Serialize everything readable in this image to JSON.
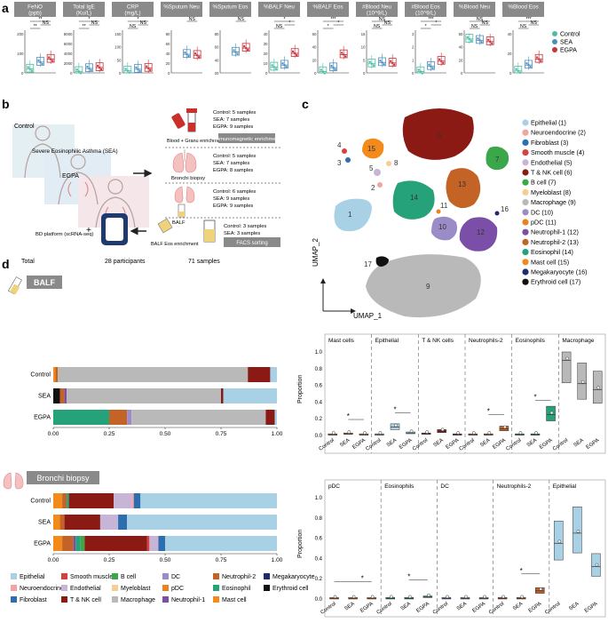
{
  "panel_labels": {
    "a": "a",
    "b": "b",
    "c": "c",
    "d": "d"
  },
  "panel_a": {
    "headers": [
      "FeNO (ppb)",
      "Total IgE (Ku/L)",
      "CRP (mg/L)",
      "%Sputum Neu",
      "%Sputum Eos",
      "%BALF Neu",
      "%BALF Eos",
      "#Blood Neu (10^9/L)",
      "#Blood Eos (10^9/L)",
      "%Blood Neu",
      "%Blood Eos"
    ],
    "legend": [
      {
        "label": "Control",
        "color": "#4dbda4"
      },
      {
        "label": "SEA",
        "color": "#4a8ec2"
      },
      {
        "label": "EGPA",
        "color": "#c8323b"
      }
    ],
    "y_ticks": [
      [
        "0",
        "100",
        "200"
      ],
      [
        "0",
        "2000",
        "4000",
        "6000",
        "8000"
      ],
      [
        "0",
        "50",
        "100",
        "150"
      ],
      [
        "0",
        "20",
        "40",
        "60",
        "80"
      ],
      [
        "20",
        "40",
        "60",
        "80"
      ],
      [
        "0",
        "10",
        "20",
        "30",
        "40"
      ],
      [
        "0",
        "20",
        "40",
        "60"
      ],
      [
        "0",
        "5",
        "10",
        "15"
      ],
      [
        "0",
        "1",
        "2",
        "3"
      ],
      [
        "0",
        "20",
        "40",
        "60"
      ],
      [
        "0",
        "20",
        "40"
      ]
    ],
    "sig": [
      [
        [
          "**",
          0,
          2
        ],
        [
          "NS",
          1,
          2
        ],
        [
          "**",
          0,
          1
        ]
      ],
      [
        [
          "*",
          0,
          2
        ],
        [
          "NS",
          1,
          2
        ],
        [
          "**",
          0,
          1
        ]
      ],
      [
        [
          "*",
          0,
          2
        ],
        [
          "NS",
          1,
          2
        ],
        [
          "NS",
          0,
          1
        ]
      ],
      [
        [
          "NS",
          1,
          2
        ]
      ],
      [
        [
          "NS",
          1,
          2
        ]
      ],
      [
        [
          "*",
          0,
          2
        ],
        [
          "*",
          1,
          2
        ],
        [
          "NS",
          0,
          1
        ]
      ],
      [
        [
          "***",
          0,
          2
        ],
        [
          "*",
          1,
          2
        ],
        [
          "*",
          0,
          1
        ]
      ],
      [
        [
          "NS",
          0,
          2
        ],
        [
          "NS",
          1,
          2
        ],
        [
          "NS",
          0,
          1
        ]
      ],
      [
        [
          "***",
          0,
          2
        ],
        [
          "*",
          1,
          2
        ],
        [
          "*",
          0,
          1
        ]
      ],
      [
        [
          "NS",
          0,
          2
        ],
        [
          "NS",
          1,
          2
        ],
        [
          "NS",
          0,
          1
        ]
      ],
      [
        [
          "***",
          0,
          2
        ],
        [
          "NS",
          1,
          2
        ],
        [
          "NS",
          0,
          1
        ]
      ]
    ],
    "medians": [
      [
        20,
        55,
        70
      ],
      [
        300,
        900,
        1100
      ],
      [
        8,
        14,
        18
      ],
      [
        null,
        38,
        36
      ],
      [
        null,
        52,
        58
      ],
      [
        6,
        8,
        20
      ],
      [
        2,
        8,
        28
      ],
      [
        3.5,
        4,
        3.8
      ],
      [
        0.1,
        0.5,
        0.9
      ],
      [
        52,
        50,
        48
      ],
      [
        2,
        8,
        14
      ]
    ]
  },
  "panel_b": {
    "control": "Control",
    "sea": "Severe Eosinophilic Asthma (SEA)",
    "egpa": "EGPA",
    "blood_label": "Blood + Granu enrichment",
    "blood_box": "Immunomagnetic enrichment",
    "blood_samples": [
      "Control: 5 samples",
      "SEA: 7 samples",
      "EGPA: 9 samples"
    ],
    "biopsy_label": "Bronchi biopsy",
    "biopsy_samples": [
      "Control: 5 samples",
      "SEA: 7 samples",
      "EGPA: 8 samples"
    ],
    "balf_label": "BALF",
    "balf_samples": [
      "Control: 6 samples",
      "SEA: 9 samples",
      "EGPA: 9 samples"
    ],
    "eos_label": "BALF Eos enrichment",
    "eos_box": "FACS sorting",
    "eos_samples": [
      "Control: 3 samples",
      "SEA: 3 samples"
    ],
    "bd_label": "BD platform (scRNA-seq)",
    "total": "Total",
    "participants": "28 participants",
    "samples": "71 samples"
  },
  "panel_c": {
    "xlabel": "UMAP_1",
    "ylabel": "UMAP_2",
    "clusters": [
      {
        "n": "1",
        "label": "Epithelial (1)",
        "color": "#a9d1e6"
      },
      {
        "n": "2",
        "label": "Neuroendocrine (2)",
        "color": "#f2a3a3"
      },
      {
        "n": "3",
        "label": "Fibroblast (3)",
        "color": "#2d6fae"
      },
      {
        "n": "4",
        "label": "Smooth muscle (4)",
        "color": "#d93f3f"
      },
      {
        "n": "5",
        "label": "Endothelial (5)",
        "color": "#c7b5d8"
      },
      {
        "n": "6",
        "label": "T & NK cell (6)",
        "color": "#8b1a14"
      },
      {
        "n": "7",
        "label": "B cell (7)",
        "color": "#3aa84a"
      },
      {
        "n": "8",
        "label": "Myeloblast (8)",
        "color": "#f5cf92"
      },
      {
        "n": "9",
        "label": "Macrophage (9)",
        "color": "#b9b9b9"
      },
      {
        "n": "10",
        "label": "DC (10)",
        "color": "#9b8bc6"
      },
      {
        "n": "11",
        "label": "pDC (11)",
        "color": "#e88420"
      },
      {
        "n": "12",
        "label": "Neutrophil-1 (12)",
        "color": "#7b4fa8"
      },
      {
        "n": "13",
        "label": "Neutrophil-2 (13)",
        "color": "#c36326"
      },
      {
        "n": "14",
        "label": "Eosinophil (14)",
        "color": "#26a27a"
      },
      {
        "n": "15",
        "label": "Mast cell (15)",
        "color": "#f28b1c"
      },
      {
        "n": "16",
        "label": "Megakaryocyte (16)",
        "color": "#1f2c6b"
      },
      {
        "n": "17",
        "label": "Erythroid cell (17)",
        "color": "#111111"
      }
    ]
  },
  "panel_d": {
    "balf_title": "BALF",
    "biopsy_title": "Bronchi biopsy",
    "groups": [
      "Control",
      "SEA",
      "EGPA"
    ],
    "x_ticks": [
      "0.00",
      "0.25",
      "0.50",
      "0.75",
      "1.00"
    ],
    "balf_bars": [
      [
        [
          "#f28b1c",
          0.01
        ],
        [
          "#c36326",
          0.01
        ],
        [
          "#b9b9b9",
          0.85
        ],
        [
          "#8b1a14",
          0.1
        ],
        [
          "#a9d1e6",
          0.03
        ]
      ],
      [
        [
          "#111111",
          0.03
        ],
        [
          "#c36326",
          0.02
        ],
        [
          "#7b4fa8",
          0.01
        ],
        [
          "#b9b9b9",
          0.69
        ],
        [
          "#8b1a14",
          0.01
        ],
        [
          "#a9d1e6",
          0.24
        ]
      ],
      [
        [
          "#26a27a",
          0.25
        ],
        [
          "#c36326",
          0.08
        ],
        [
          "#9b8bc6",
          0.02
        ],
        [
          "#b9b9b9",
          0.6
        ],
        [
          "#8b1a14",
          0.04
        ],
        [
          "#a9d1e6",
          0.01
        ]
      ]
    ],
    "biopsy_bars": [
      [
        [
          "#f28b1c",
          0.04
        ],
        [
          "#c36326",
          0.02
        ],
        [
          "#26a27a",
          0.01
        ],
        [
          "#8b1a14",
          0.2
        ],
        [
          "#c7b5d8",
          0.08
        ],
        [
          "#f2a3a3",
          0.01
        ],
        [
          "#2d6fae",
          0.03
        ],
        [
          "#a9d1e6",
          0.61
        ]
      ],
      [
        [
          "#f28b1c",
          0.03
        ],
        [
          "#c36326",
          0.02
        ],
        [
          "#8b1a14",
          0.16
        ],
        [
          "#c7b5d8",
          0.08
        ],
        [
          "#2d6fae",
          0.04
        ],
        [
          "#a9d1e6",
          0.67
        ]
      ],
      [
        [
          "#f28b1c",
          0.04
        ],
        [
          "#c36326",
          0.05
        ],
        [
          "#7b4fa8",
          0.01
        ],
        [
          "#26a27a",
          0.02
        ],
        [
          "#3aa84a",
          0.02
        ],
        [
          "#8b1a14",
          0.28
        ],
        [
          "#d93f3f",
          0.01
        ],
        [
          "#c7b5d8",
          0.04
        ],
        [
          "#2d6fae",
          0.03
        ],
        [
          "#a9d1e6",
          0.5
        ]
      ]
    ],
    "legend": [
      {
        "label": "Epithelial",
        "color": "#a9d1e6"
      },
      {
        "label": "Smooth muscle",
        "color": "#d93f3f"
      },
      {
        "label": "B cell",
        "color": "#3aa84a"
      },
      {
        "label": "DC",
        "color": "#9b8bc6"
      },
      {
        "label": "Neutrophil-2",
        "color": "#c36326"
      },
      {
        "label": "Megakaryocyte",
        "color": "#1f2c6b"
      },
      {
        "label": "Neuroendocrine",
        "color": "#f2a3a3"
      },
      {
        "label": "Endothelial",
        "color": "#c7b5d8"
      },
      {
        "label": "Myeloblast",
        "color": "#f5cf92"
      },
      {
        "label": "pDC",
        "color": "#e88420"
      },
      {
        "label": "Eosinophil",
        "color": "#26a27a"
      },
      {
        "label": "Erythroid cell",
        "color": "#111111"
      },
      {
        "label": "Fibroblast",
        "color": "#2d6fae"
      },
      {
        "label": "T & NK cell",
        "color": "#8b1a14"
      },
      {
        "label": "Macrophage",
        "color": "#b9b9b9"
      },
      {
        "label": "Neutrophil-1",
        "color": "#7b4fa8"
      },
      {
        "label": "Mast cell",
        "color": "#f28b1c"
      }
    ],
    "top_facets": [
      {
        "name": "Mast cells",
        "color": "#f28b1c",
        "medians": [
          0.01,
          0.02,
          0.01
        ],
        "sig": "*"
      },
      {
        "name": "Epithelial",
        "color": "#a9d1e6",
        "medians": [
          0.01,
          0.1,
          0.03
        ],
        "sig": "*"
      },
      {
        "name": "T & NK cells",
        "color": "#8b1a14",
        "medians": [
          0.02,
          0.05,
          0.01
        ],
        "sig": ""
      },
      {
        "name": "Neutrophils-2",
        "color": "#c36326",
        "medians": [
          0.01,
          0.01,
          0.08
        ],
        "sig": "*"
      },
      {
        "name": "Eosinophils",
        "color": "#26a27a",
        "medians": [
          0.01,
          0.01,
          0.25
        ],
        "sig": "*"
      },
      {
        "name": "Macrophage",
        "color": "#b9b9b9",
        "medians": [
          0.9,
          0.62,
          0.55
        ],
        "sig": ""
      }
    ],
    "bottom_facets": [
      {
        "name": "pDC",
        "color": "#e88420",
        "medians": [
          0.005,
          0.005,
          0.005
        ],
        "sig": "*"
      },
      {
        "name": "Eosinophils",
        "color": "#26a27a",
        "medians": [
          0.005,
          0.005,
          0.02
        ],
        "sig": "*"
      },
      {
        "name": "DC",
        "color": "#9b8bc6",
        "medians": [
          0.005,
          0.005,
          0.005
        ],
        "sig": ""
      },
      {
        "name": "Neutrophils-2",
        "color": "#c36326",
        "medians": [
          0.005,
          0.005,
          0.08
        ],
        "sig": "*"
      },
      {
        "name": "Epithelial",
        "color": "#a9d1e6",
        "medians": [
          0.55,
          0.65,
          0.32
        ],
        "sig": ""
      }
    ],
    "y_ticks": [
      "0.0",
      "0.2",
      "0.4",
      "0.6",
      "0.8",
      "1.0"
    ],
    "ylabel": "Proportion"
  }
}
